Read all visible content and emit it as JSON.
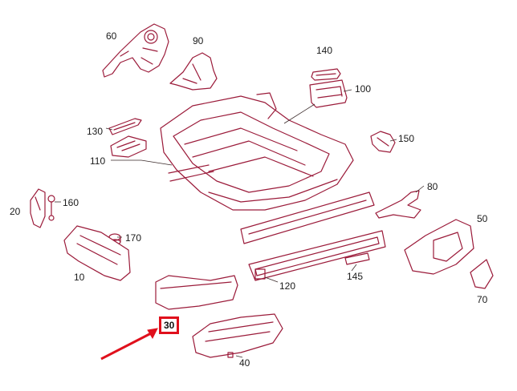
{
  "labels": {
    "p60": "60",
    "p90": "90",
    "p140": "140",
    "p100": "100",
    "p130": "130",
    "p150": "150",
    "p110": "110",
    "p80": "80",
    "p20": "20",
    "p160": "160",
    "p170": "170",
    "p50": "50",
    "p10": "10",
    "p120": "120",
    "p145": "145",
    "p70": "70",
    "p30": "30",
    "p40": "40"
  },
  "colors": {
    "line": "#9b1b3a",
    "highlight": "#e0101c",
    "text": "#1a1a1a"
  },
  "highlighted_part": "30"
}
